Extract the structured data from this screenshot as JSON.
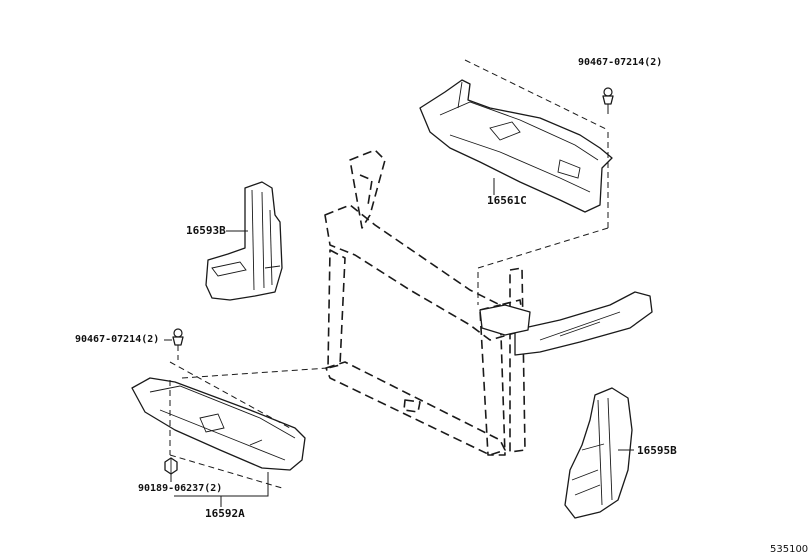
{
  "diagram": {
    "parts": {
      "p16561c": "16561C",
      "p16593b": "16593B",
      "p16595b": "16595B",
      "p16592a": "16592A"
    },
    "fasteners": {
      "clip_upper": "90467-07214(2)",
      "clip_left": "90467-07214(2)",
      "bolt_lower": "90189-06237(2)"
    },
    "reference_code": "535100"
  }
}
